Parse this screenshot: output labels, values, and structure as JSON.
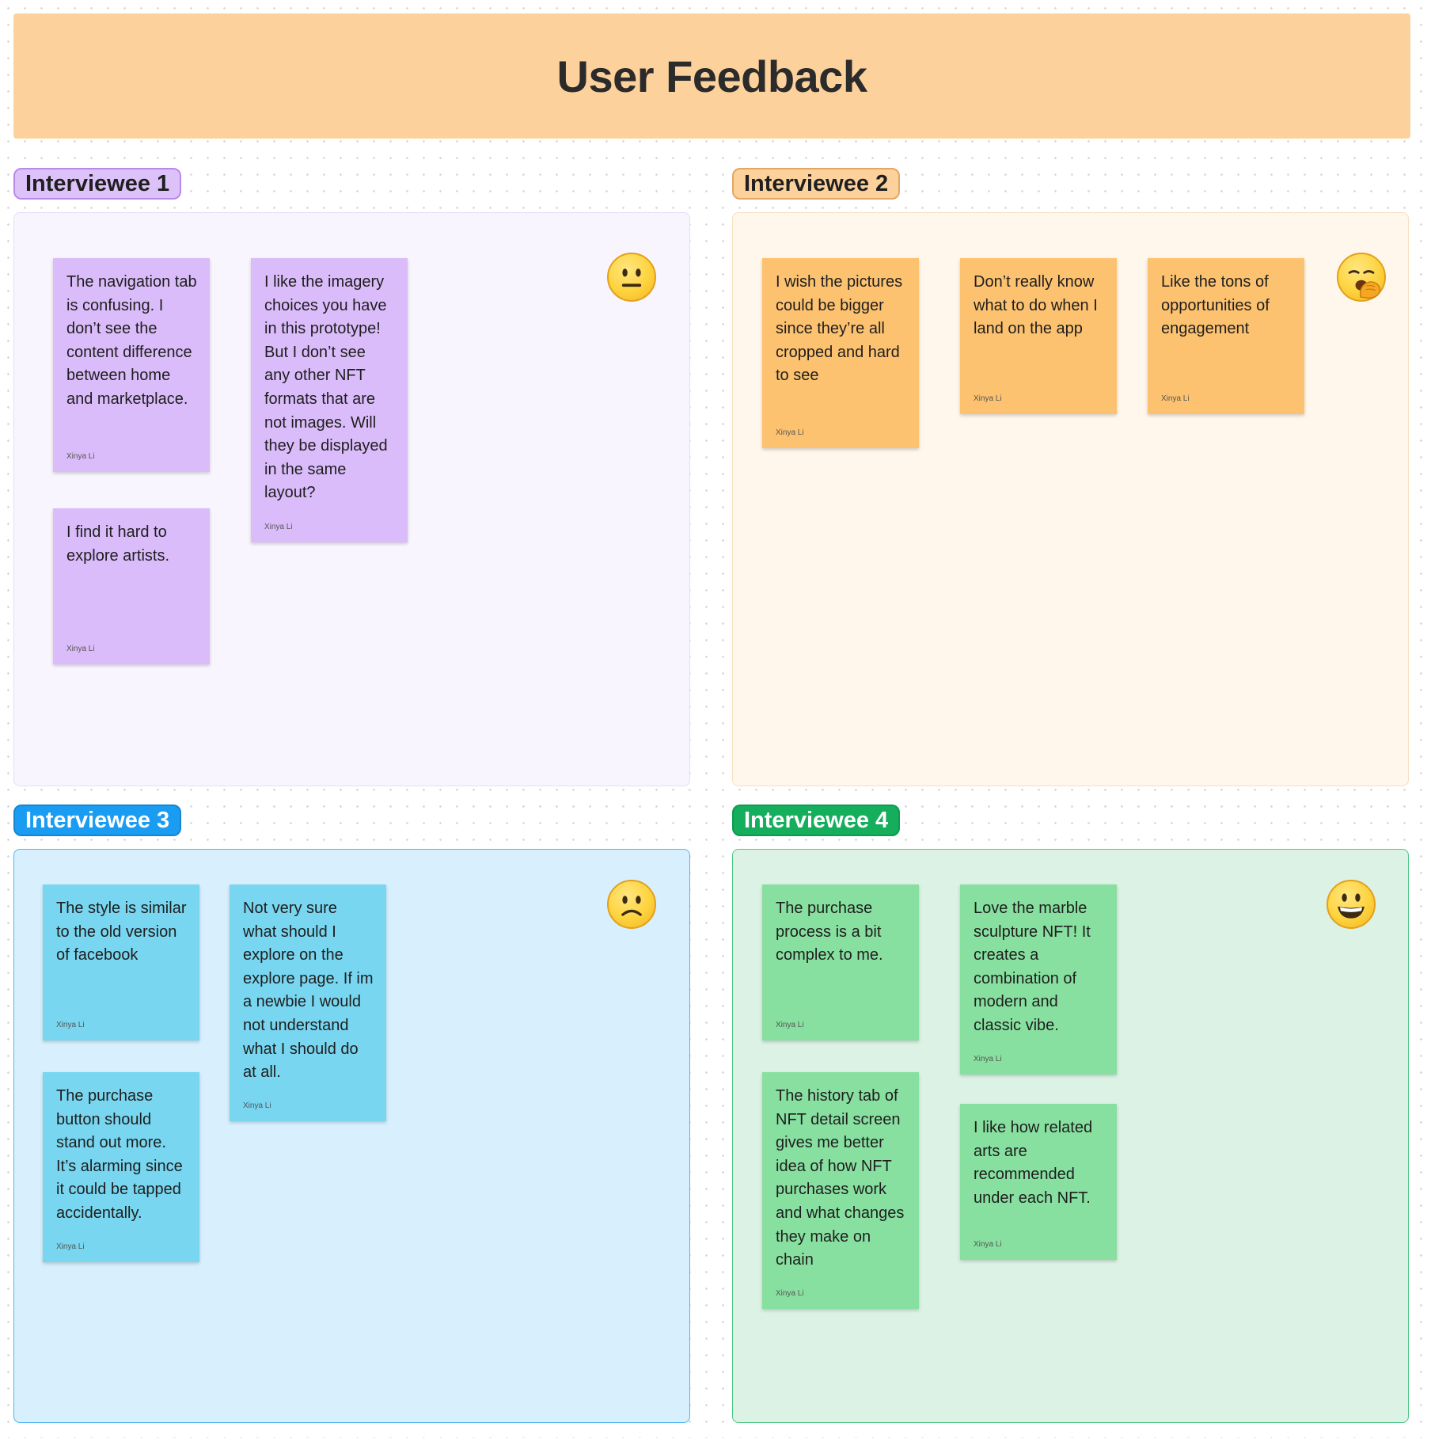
{
  "board": {
    "title": "User Feedback"
  },
  "sections": [
    {
      "label": "Interviewee 1",
      "color": "#ddc2fa",
      "emoji": "neutral-face-icon",
      "notes": [
        {
          "text": "The navigation tab is confusing. I don’t see the content difference between home and marketplace.",
          "author": "Xinya Li"
        },
        {
          "text": "I like the imagery choices you have in this prototype! But I don’t see any other  NFT formats that are not images. Will they be displayed in the same layout?",
          "author": "Xinya Li"
        },
        {
          "text": "I find it hard to explore artists.",
          "author": "Xinya Li"
        }
      ]
    },
    {
      "label": "Interviewee 2",
      "color": "#fcd19c",
      "emoji": "yawning-face-icon",
      "notes": [
        {
          "text": "I wish the pictures could be bigger since they’re all cropped and hard to see",
          "author": "Xinya Li"
        },
        {
          "text": "Don’t really know what to do when I land on the app",
          "author": "Xinya Li"
        },
        {
          "text": "Like the tons of opportunities of engagement",
          "author": "Xinya Li"
        }
      ]
    },
    {
      "label": "Interviewee 3",
      "color": "#1a9cf2",
      "emoji": "frowning-face-icon",
      "notes": [
        {
          "text": "The style is similar to the old version of facebook",
          "author": "Xinya Li"
        },
        {
          "text": "Not very sure what should I explore on the explore page. If im a newbie I would not understand what I should do at all.",
          "author": "Xinya Li"
        },
        {
          "text": "The purchase button should stand out more. It’s alarming since it could be tapped accidentally.",
          "author": "Xinya Li"
        }
      ]
    },
    {
      "label": "Interviewee 4",
      "color": "#14ae5c",
      "emoji": "smiling-face-icon",
      "notes": [
        {
          "text": "The purchase process is a bit complex to me.",
          "author": "Xinya Li"
        },
        {
          "text": "Love the marble sculpture NFT! It creates a combination of modern and classic vibe.",
          "author": "Xinya Li"
        },
        {
          "text": "The history tab of NFT detail screen gives me better idea of how NFT purchases work and what changes they make on chain",
          "author": "Xinya Li"
        },
        {
          "text": "I like how related arts are recommended under each NFT.",
          "author": "Xinya Li"
        }
      ]
    }
  ]
}
